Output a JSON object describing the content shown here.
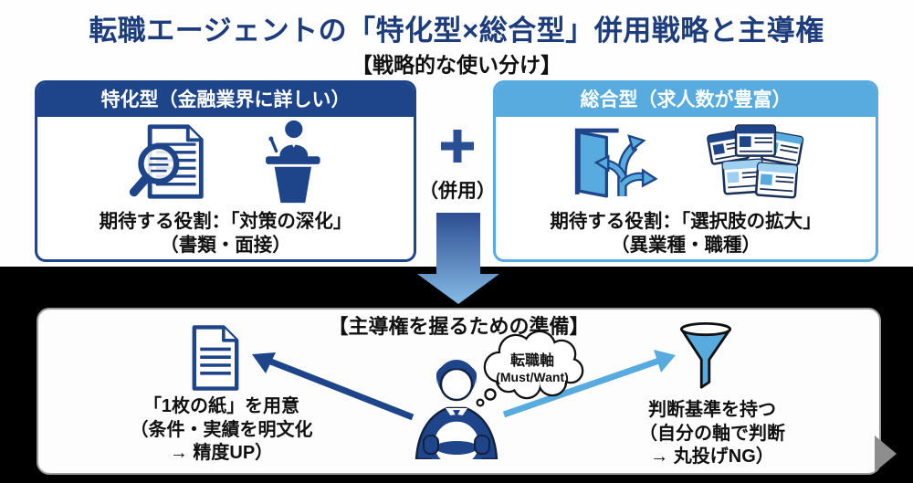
{
  "header": {
    "title": "転職エージェントの「特化型×総合型」併用戦略と主導権",
    "subtitle": "【戦略的な使い分け】"
  },
  "top": {
    "left_card": {
      "header": "特化型（金融業界に詳しい）",
      "role_line1": "期待する役割：「対策の深化」",
      "role_line2": "（書類・面接）",
      "icons": [
        "document-search-icon",
        "podium-speaker-icon"
      ]
    },
    "right_card": {
      "header": "総合型（求人数が豊富）",
      "role_line1": "期待する役割：「選択肢の拡大」",
      "role_line2": "（異業種・職種）",
      "icons": [
        "door-paths-icon",
        "job-listings-icon"
      ]
    },
    "combiner": {
      "label": "（併用）"
    }
  },
  "bottom": {
    "title": "【主導権を握るための準備】",
    "left_item": {
      "line1": "「1枚の紙」を用意",
      "line2": "（条件・実績を明文化",
      "line3": "→ 精度UP）",
      "icon": "paper-icon"
    },
    "center_item": {
      "icon": "driver-steering-wheel-icon",
      "bubble_line1": "転職軸",
      "bubble_line2": "(Must/Want)"
    },
    "right_item": {
      "line1": "判断基準を持つ",
      "line2": "（自分の軸で判断",
      "line3": "→ 丸投げNG）",
      "icon": "funnel-icon"
    }
  },
  "colors": {
    "navy": "#1e4489",
    "title_navy": "#1d3c7c",
    "light_blue": "#58abdf",
    "pale_blue": "#9fd0ef",
    "panel_bg": "#fdfdfd",
    "black_bg": "#000000"
  }
}
